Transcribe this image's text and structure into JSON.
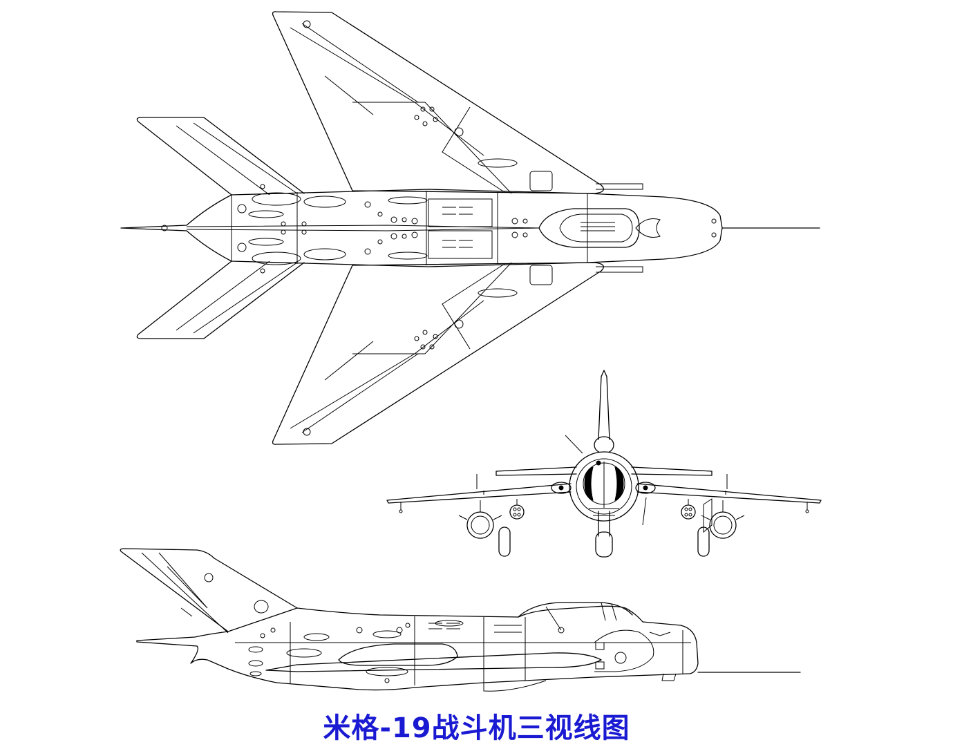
{
  "caption": "米格-19战斗机三视线图",
  "colors": {
    "caption": "#1a1ad2",
    "line": "#000000",
    "background": "#ffffff"
  },
  "views": [
    "top-view",
    "front-view",
    "side-view"
  ]
}
